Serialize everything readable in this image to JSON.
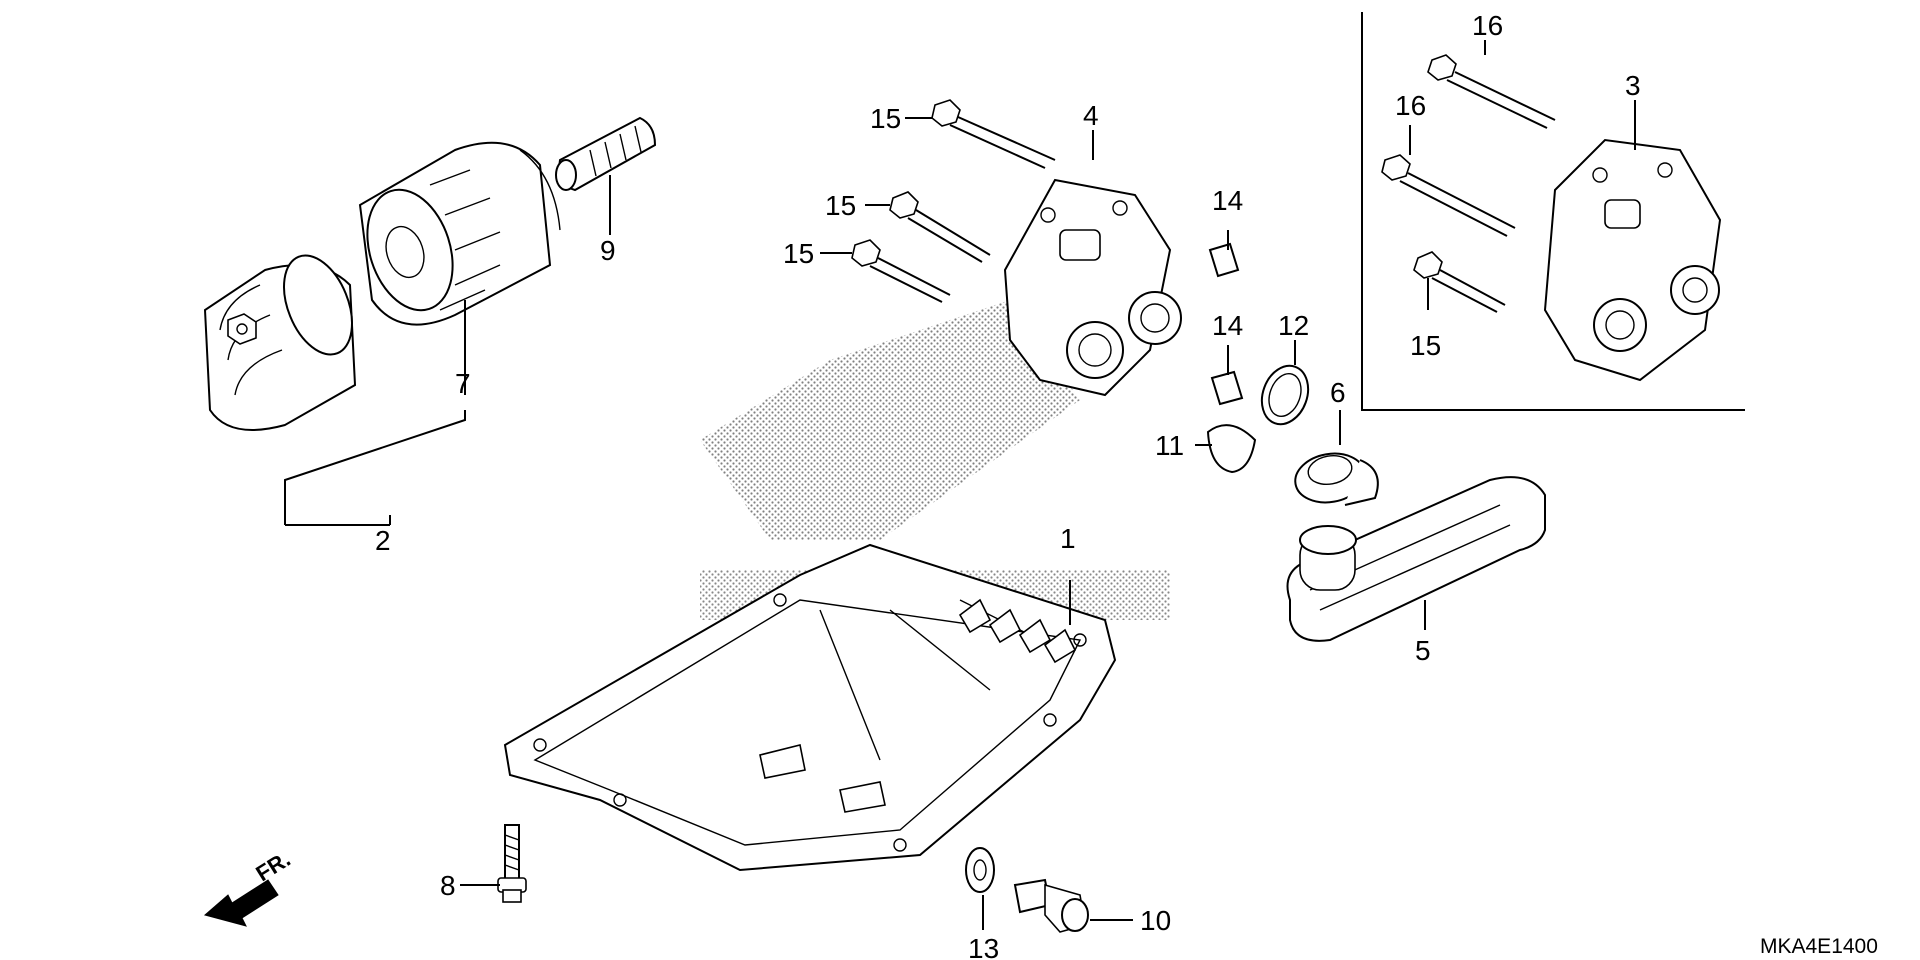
{
  "diagram": {
    "code": "MKA4E1400",
    "front_marker": "FR.",
    "callouts": [
      {
        "id": "c1",
        "label": "1"
      },
      {
        "id": "c2",
        "label": "2"
      },
      {
        "id": "c3",
        "label": "3"
      },
      {
        "id": "c4",
        "label": "4"
      },
      {
        "id": "c5",
        "label": "5"
      },
      {
        "id": "c6",
        "label": "6"
      },
      {
        "id": "c7",
        "label": "7"
      },
      {
        "id": "c8",
        "label": "8"
      },
      {
        "id": "c9",
        "label": "9"
      },
      {
        "id": "c10",
        "label": "10"
      },
      {
        "id": "c11",
        "label": "11"
      },
      {
        "id": "c12",
        "label": "12"
      },
      {
        "id": "c13",
        "label": "13"
      },
      {
        "id": "c14a",
        "label": "14"
      },
      {
        "id": "c14b",
        "label": "14"
      },
      {
        "id": "c15a",
        "label": "15"
      },
      {
        "id": "c15b",
        "label": "15"
      },
      {
        "id": "c15c",
        "label": "15"
      },
      {
        "id": "c15d",
        "label": "15"
      },
      {
        "id": "c16a",
        "label": "16"
      },
      {
        "id": "c16b",
        "label": "16"
      }
    ]
  }
}
